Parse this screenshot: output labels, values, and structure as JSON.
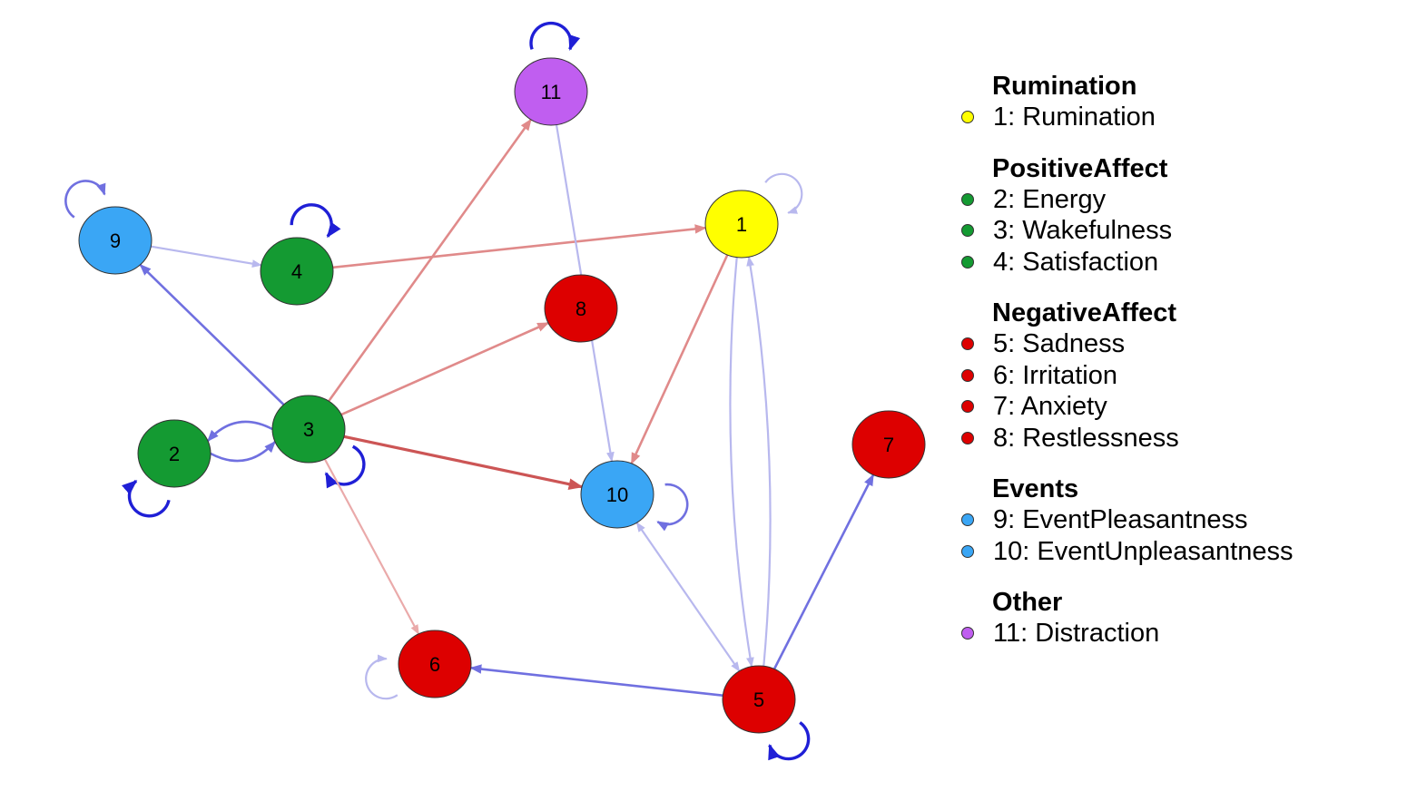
{
  "colors": {
    "yellow": "#ffff00",
    "green": "#149a32",
    "red": "#dd0000",
    "blue": "#3aa6f5",
    "purple": "#c05ef0",
    "pos_strong": "#1f1fd6",
    "pos_medium": "#7070e0",
    "pos_light": "#b8b8ee",
    "neg_strong": "#cc5555",
    "neg_medium": "#e08a8a",
    "neg_light": "#eaaaaa"
  },
  "nodes": [
    {
      "id": "1",
      "label": "1",
      "color": "yellow"
    },
    {
      "id": "2",
      "label": "2",
      "color": "green"
    },
    {
      "id": "3",
      "label": "3",
      "color": "green"
    },
    {
      "id": "4",
      "label": "4",
      "color": "green"
    },
    {
      "id": "5",
      "label": "5",
      "color": "red"
    },
    {
      "id": "6",
      "label": "6",
      "color": "red"
    },
    {
      "id": "7",
      "label": "7",
      "color": "red"
    },
    {
      "id": "8",
      "label": "8",
      "color": "red"
    },
    {
      "id": "9",
      "label": "9",
      "color": "blue"
    },
    {
      "id": "10",
      "label": "10",
      "color": "blue"
    },
    {
      "id": "11",
      "label": "11",
      "color": "purple"
    }
  ],
  "edges": [
    {
      "from": "9",
      "to": "4",
      "style": "pos_light"
    },
    {
      "from": "4",
      "to": "1",
      "style": "neg_medium"
    },
    {
      "from": "3",
      "to": "9",
      "style": "pos_medium"
    },
    {
      "from": "3",
      "to": "11",
      "style": "neg_medium"
    },
    {
      "from": "3",
      "to": "8",
      "style": "neg_medium"
    },
    {
      "from": "3",
      "to": "10",
      "style": "neg_strong"
    },
    {
      "from": "3",
      "to": "6",
      "style": "neg_light"
    },
    {
      "from": "3",
      "to": "2",
      "style": "pos_medium",
      "bend": 1
    },
    {
      "from": "2",
      "to": "3",
      "style": "pos_medium",
      "bend": 1
    },
    {
      "from": "11",
      "to": "10",
      "style": "pos_light"
    },
    {
      "from": "1",
      "to": "10",
      "style": "neg_medium"
    },
    {
      "from": "1",
      "to": "5",
      "style": "pos_light",
      "bend": 1
    },
    {
      "from": "5",
      "to": "1",
      "style": "pos_light",
      "bend": 1
    },
    {
      "from": "10",
      "to": "5",
      "style": "pos_light",
      "both": true
    },
    {
      "from": "5",
      "to": "6",
      "style": "pos_medium"
    },
    {
      "from": "5",
      "to": "7",
      "style": "pos_medium"
    }
  ],
  "loops": [
    {
      "node": "11",
      "style": "pos_strong"
    },
    {
      "node": "9",
      "style": "pos_medium"
    },
    {
      "node": "4",
      "style": "pos_strong"
    },
    {
      "node": "1",
      "style": "pos_light"
    },
    {
      "node": "2",
      "style": "pos_strong"
    },
    {
      "node": "3",
      "style": "pos_strong"
    },
    {
      "node": "10",
      "style": "pos_medium"
    },
    {
      "node": "6",
      "style": "pos_light"
    },
    {
      "node": "5",
      "style": "pos_strong"
    }
  ],
  "legend": {
    "groups": [
      {
        "title": "Rumination",
        "items": [
          {
            "label": "1: Rumination",
            "color": "yellow"
          }
        ]
      },
      {
        "title": "PositiveAffect",
        "items": [
          {
            "label": "2: Energy",
            "color": "green"
          },
          {
            "label": "3: Wakefulness",
            "color": "green"
          },
          {
            "label": "4: Satisfaction",
            "color": "green"
          }
        ]
      },
      {
        "title": "NegativeAffect",
        "items": [
          {
            "label": "5: Sadness",
            "color": "red"
          },
          {
            "label": "6: Irritation",
            "color": "red"
          },
          {
            "label": "7: Anxiety",
            "color": "red"
          },
          {
            "label": "8: Restlessness",
            "color": "red"
          }
        ]
      },
      {
        "title": "Events",
        "items": [
          {
            "label": "9: EventPleasantness",
            "color": "blue"
          },
          {
            "label": "10: EventUnpleasantness",
            "color": "blue"
          }
        ]
      },
      {
        "title": "Other",
        "items": [
          {
            "label": "11: Distraction",
            "color": "purple"
          }
        ]
      }
    ]
  }
}
